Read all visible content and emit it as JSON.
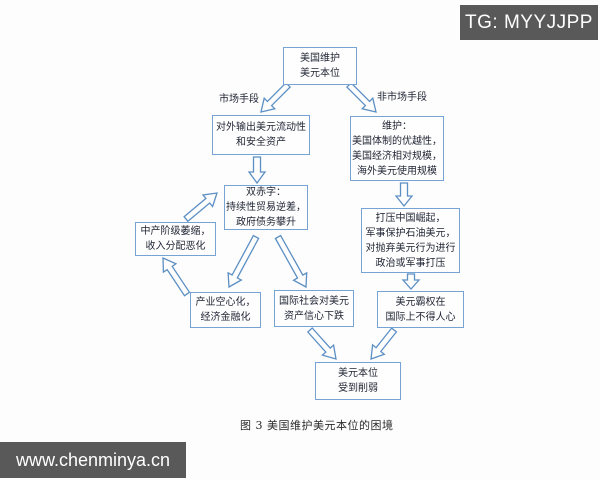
{
  "watermarks": {
    "tg": "TG: MYYJJPP",
    "site": "www.chenminya.cn"
  },
  "diagram": {
    "caption": "图 3 美国维护美元本位的困境",
    "nodes": {
      "us_maintain": {
        "lines": [
          "美国维护",
          "美元本位"
        ]
      },
      "export_liquidity": {
        "lines": [
          "对外输出美元流动性",
          "和安全资产"
        ]
      },
      "maintain_pillars": {
        "lines": [
          "维护：",
          "美国体制的优越性，",
          "美国经济相对规模，",
          "海外美元使用规模"
        ]
      },
      "twin_deficits": {
        "lines": [
          "双赤字：",
          "持续性贸易逆差，",
          "政府债务攀升"
        ]
      },
      "suppress": {
        "lines": [
          "打压中国崛起，",
          "军事保护石油美元，",
          "对抛弃美元行为进行",
          "政治或军事打压"
        ]
      },
      "middle_class": {
        "lines": [
          "中产阶级萎缩，",
          "收入分配恶化"
        ]
      },
      "hollowing": {
        "lines": [
          "产业空心化，",
          "经济金融化"
        ]
      },
      "confidence": {
        "lines": [
          "国际社会对美元",
          "资产信心下跌"
        ]
      },
      "hegemony": {
        "lines": [
          "美元霸权在",
          "国际上不得人心"
        ]
      },
      "weakened": {
        "lines": [
          "美元本位",
          "受到削弱"
        ]
      }
    },
    "connectors": [
      {
        "from": "us_maintain",
        "to": "export_liquidity",
        "label": "市场手段"
      },
      {
        "from": "us_maintain",
        "to": "maintain_pillars",
        "label": "非市场手段"
      },
      {
        "from": "export_liquidity",
        "to": "twin_deficits"
      },
      {
        "from": "maintain_pillars",
        "to": "suppress"
      },
      {
        "from": "suppress",
        "to": "hegemony"
      },
      {
        "from": "twin_deficits",
        "to": "hollowing"
      },
      {
        "from": "twin_deficits",
        "to": "confidence"
      },
      {
        "from": "hollowing",
        "to": "middle_class"
      },
      {
        "from": "middle_class",
        "to": "twin_deficits"
      },
      {
        "from": "confidence",
        "to": "weakened"
      },
      {
        "from": "hegemony",
        "to": "weakened"
      }
    ]
  },
  "colors": {
    "box_border": "#74a3d4",
    "arrow_stroke": "#5c8fc4",
    "arrow_fill": "#fdfdfd",
    "watermark_bg": "#595959"
  }
}
